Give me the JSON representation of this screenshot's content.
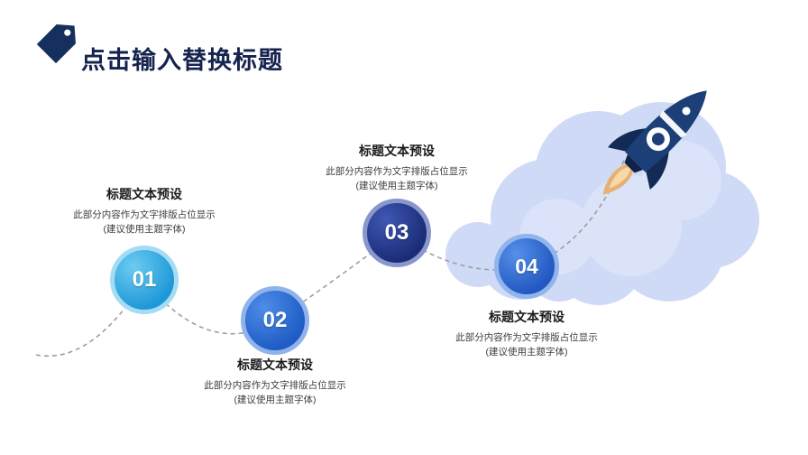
{
  "slide": {
    "title": "点击输入替换标题",
    "background_color": "#ffffff",
    "title_color": "#15234e"
  },
  "icons": {
    "title_marker": "tag-icon",
    "rocket": "rocket-icon",
    "clouds": "cloud-shapes",
    "route": "dashed-route-path"
  },
  "colors": {
    "cloud": "#cfdaf6",
    "cloud_highlight": "#dfe6fb",
    "dashed_line": "#9e9e9e",
    "rocket_body": "#1d3f77",
    "flame_outer": "#e8b072",
    "flame_inner": "#f5d9a8"
  },
  "steps": [
    {
      "number": "01",
      "heading": "标题文本预设",
      "line1": "此部分内容作为文字排版占位显示",
      "line2": "(建议使用主题字体)",
      "circle_color": "#2ea7e0",
      "text_position": "above"
    },
    {
      "number": "02",
      "heading": "标题文本预设",
      "line1": "此部分内容作为文字排版占位显示",
      "line2": "(建议使用主题字体)",
      "circle_color": "#2565cf",
      "text_position": "below"
    },
    {
      "number": "03",
      "heading": "标题文本预设",
      "line1": "此部分内容作为文字排版占位显示",
      "line2": "(建议使用主题字体)",
      "circle_color": "#1f3282",
      "text_position": "above"
    },
    {
      "number": "04",
      "heading": "标题文本预设",
      "line1": "此部分内容作为文字排版占位显示",
      "line2": "(建议使用主题字体)",
      "circle_color": "#2d6bd3",
      "text_position": "below"
    }
  ]
}
